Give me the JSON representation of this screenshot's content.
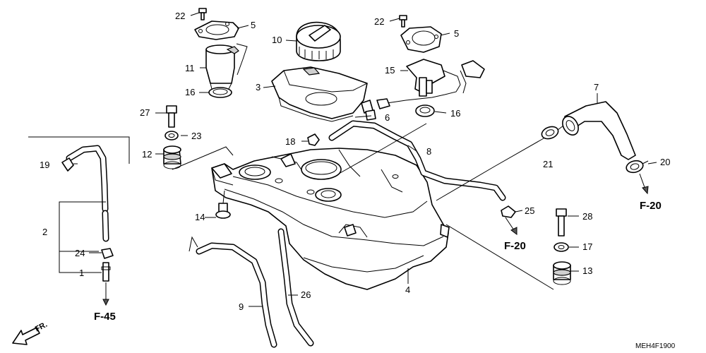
{
  "callouts": {
    "c1": "1",
    "c2": "2",
    "c3": "3",
    "c4": "4",
    "c5a": "5",
    "c5b": "5",
    "c6": "6",
    "c7": "7",
    "c8": "8",
    "c9": "9",
    "c10": "10",
    "c11": "11",
    "c12": "12",
    "c13": "13",
    "c14": "14",
    "c15": "15",
    "c16a": "16",
    "c16b": "16",
    "c17": "17",
    "c18": "18",
    "c19": "19",
    "c20": "20",
    "c21": "21",
    "c22a": "22",
    "c22b": "22",
    "c23": "23",
    "c24": "24",
    "c25": "25",
    "c26": "26",
    "c27": "27",
    "c28": "28"
  },
  "references": {
    "f20_right": "F-20",
    "f20_center": "F-20",
    "f45": "F-45"
  },
  "orientation_label": "FR.",
  "diagram_code": "MEH4F1900"
}
